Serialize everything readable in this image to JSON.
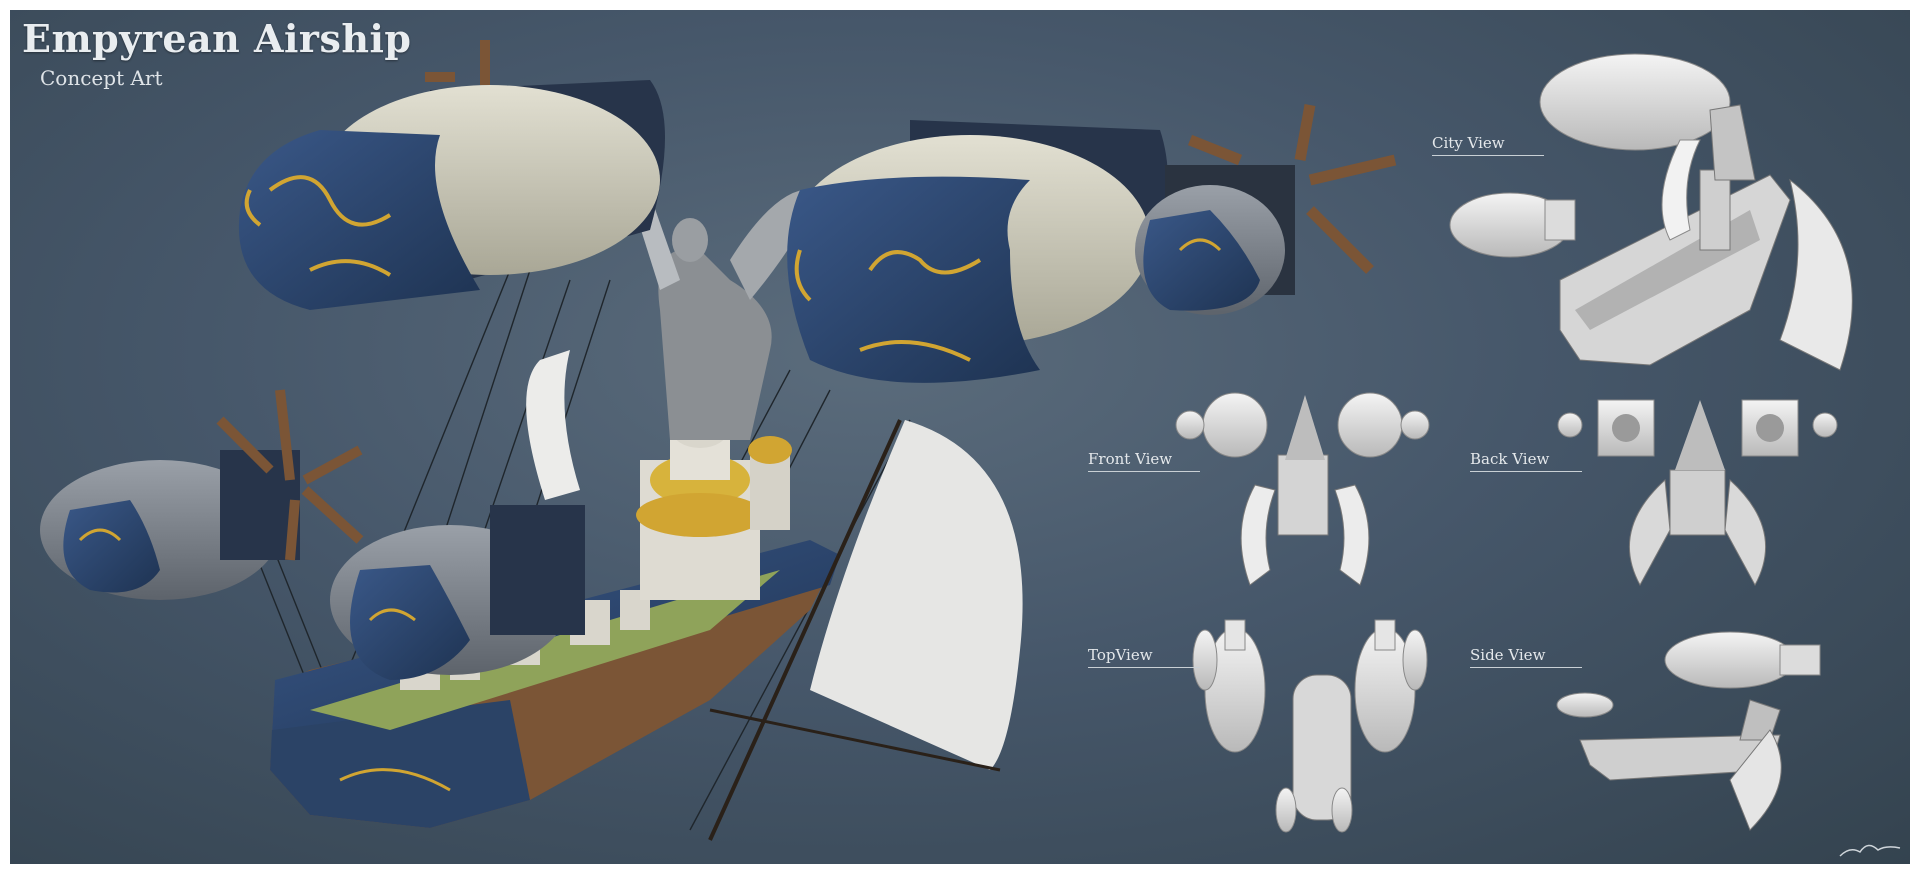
{
  "header": {
    "title": "Empyrean Airship",
    "subtitle": "Concept Art"
  },
  "views": {
    "city": "City View",
    "front": "Front View",
    "back": "Back View",
    "top": "TopView",
    "side": "Side View"
  },
  "colors": {
    "background": "#46576a",
    "hull_blue": "#2f4a72",
    "balloon_cream": "#c9c8b8",
    "gold_trim": "#d1a532",
    "wood": "#7b5536",
    "sail": "#e8e8e6"
  },
  "icons": {
    "signature": "artist-signature-icon"
  }
}
